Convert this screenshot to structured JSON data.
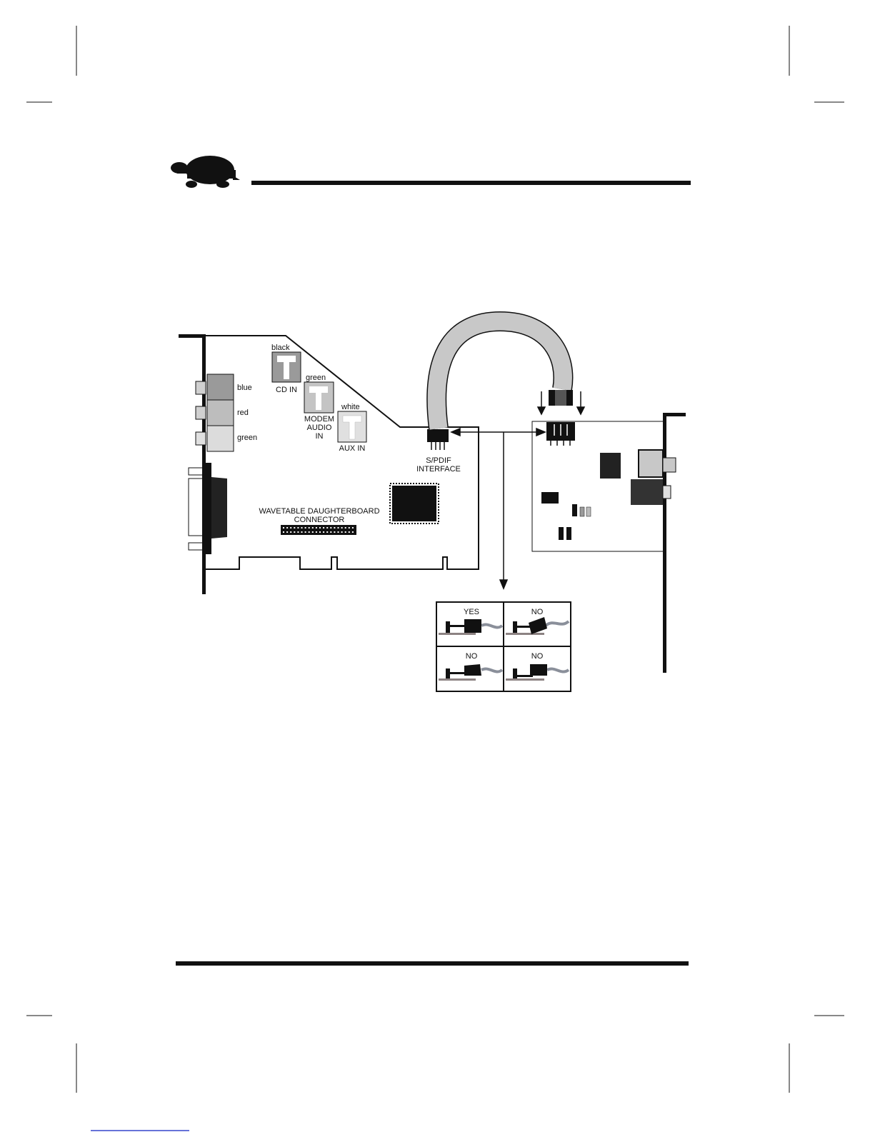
{
  "colors": {
    "ink": "#111111",
    "jack_blue": "#9a9a9a",
    "jack_red": "#bdbdbd",
    "jack_green": "#dcdcdc",
    "cable": "#c8c8c8",
    "cable_wire": "#8a8f9a",
    "under_bar": "#8c8282",
    "page_link": "#3344cc"
  },
  "icons": {
    "header_logo": "turtle-icon"
  },
  "jacks": {
    "blue": "blue",
    "red": "red",
    "green": "green"
  },
  "connectors": {
    "cd_in": {
      "color": "black",
      "label": "CD IN"
    },
    "modem": {
      "color": "green",
      "line1": "MODEM",
      "line2": "AUDIO",
      "line3": "IN"
    },
    "aux_in": {
      "color": "white",
      "label": "AUX IN"
    }
  },
  "spdif": {
    "line1": "S/PDIF",
    "line2": "INTERFACE"
  },
  "wavetable": {
    "line1": "WAVETABLE DAUGHTERBOARD",
    "line2": "CONNECTOR"
  },
  "inset": {
    "top_left": "YES",
    "top_right": "NO",
    "bottom_left": "NO",
    "bottom_right": "NO"
  }
}
